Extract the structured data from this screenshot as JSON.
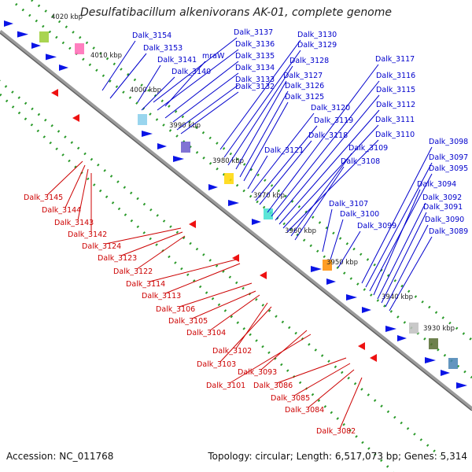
{
  "title": "Desulfatibacillum alkenivorans AK-01, complete genome",
  "accession": "Accession: NC_011768",
  "topology": "Topology: circular; Length: 6,517,073 bp; Genes: 5,314",
  "colors": {
    "backbone": "#9a9a9a",
    "dots": "#2a9a2a",
    "label_top": "#0000cc",
    "label_bottom": "#cc0000",
    "arrow_top": "#0a14e6",
    "arrow_bottom": "#ee1111"
  },
  "ticks": [
    "4020 kbp",
    "4010 kbp",
    "4000 kbp",
    "3990 kbp",
    "3980 kbp",
    "3970 kbp",
    "3960 kbp",
    "3950 kbp",
    "3940 kbp",
    "3930 kbp"
  ],
  "top_labels": [
    "Dalk_3154",
    "Dalk_3153",
    "Dalk_3141",
    "mraW",
    "Dalk_3140",
    "Dalk_3137",
    "Dalk_3136",
    "Dalk_3135",
    "Dalk_3134",
    "Dalk_3133",
    "Dalk_3132",
    "Dalk_3130",
    "Dalk_3129",
    "Dalk_3128",
    "Dalk_3127",
    "Dalk_3126",
    "Dalk_3125",
    "Dalk_3121",
    "Dalk_3120",
    "Dalk_3119",
    "Dalk_3118",
    "Dalk_3117",
    "Dalk_3116",
    "Dalk_3115",
    "Dalk_3112",
    "Dalk_3111",
    "Dalk_3110",
    "Dalk_3109",
    "Dalk_3108",
    "Dalk_3107",
    "Dalk_3100",
    "Dalk_3099",
    "Dalk_3098",
    "Dalk_3097",
    "Dalk_3095",
    "Dalk_3094",
    "Dalk_3092",
    "Dalk_3091",
    "Dalk_3090",
    "Dalk_3089"
  ],
  "bottom_labels": [
    "Dalk_3145",
    "Dalk_3144",
    "Dalk_3143",
    "Dalk_3142",
    "Dalk_3124",
    "Dalk_3123",
    "Dalk_3122",
    "Dalk_3114",
    "Dalk_3113",
    "Dalk_3106",
    "Dalk_3105",
    "Dalk_3104",
    "Dalk_3102",
    "Dalk_3103",
    "Dalk_3093",
    "Dalk_3101",
    "Dalk_3086",
    "Dalk_3085",
    "Dalk_3084",
    "Dalk_3082"
  ]
}
